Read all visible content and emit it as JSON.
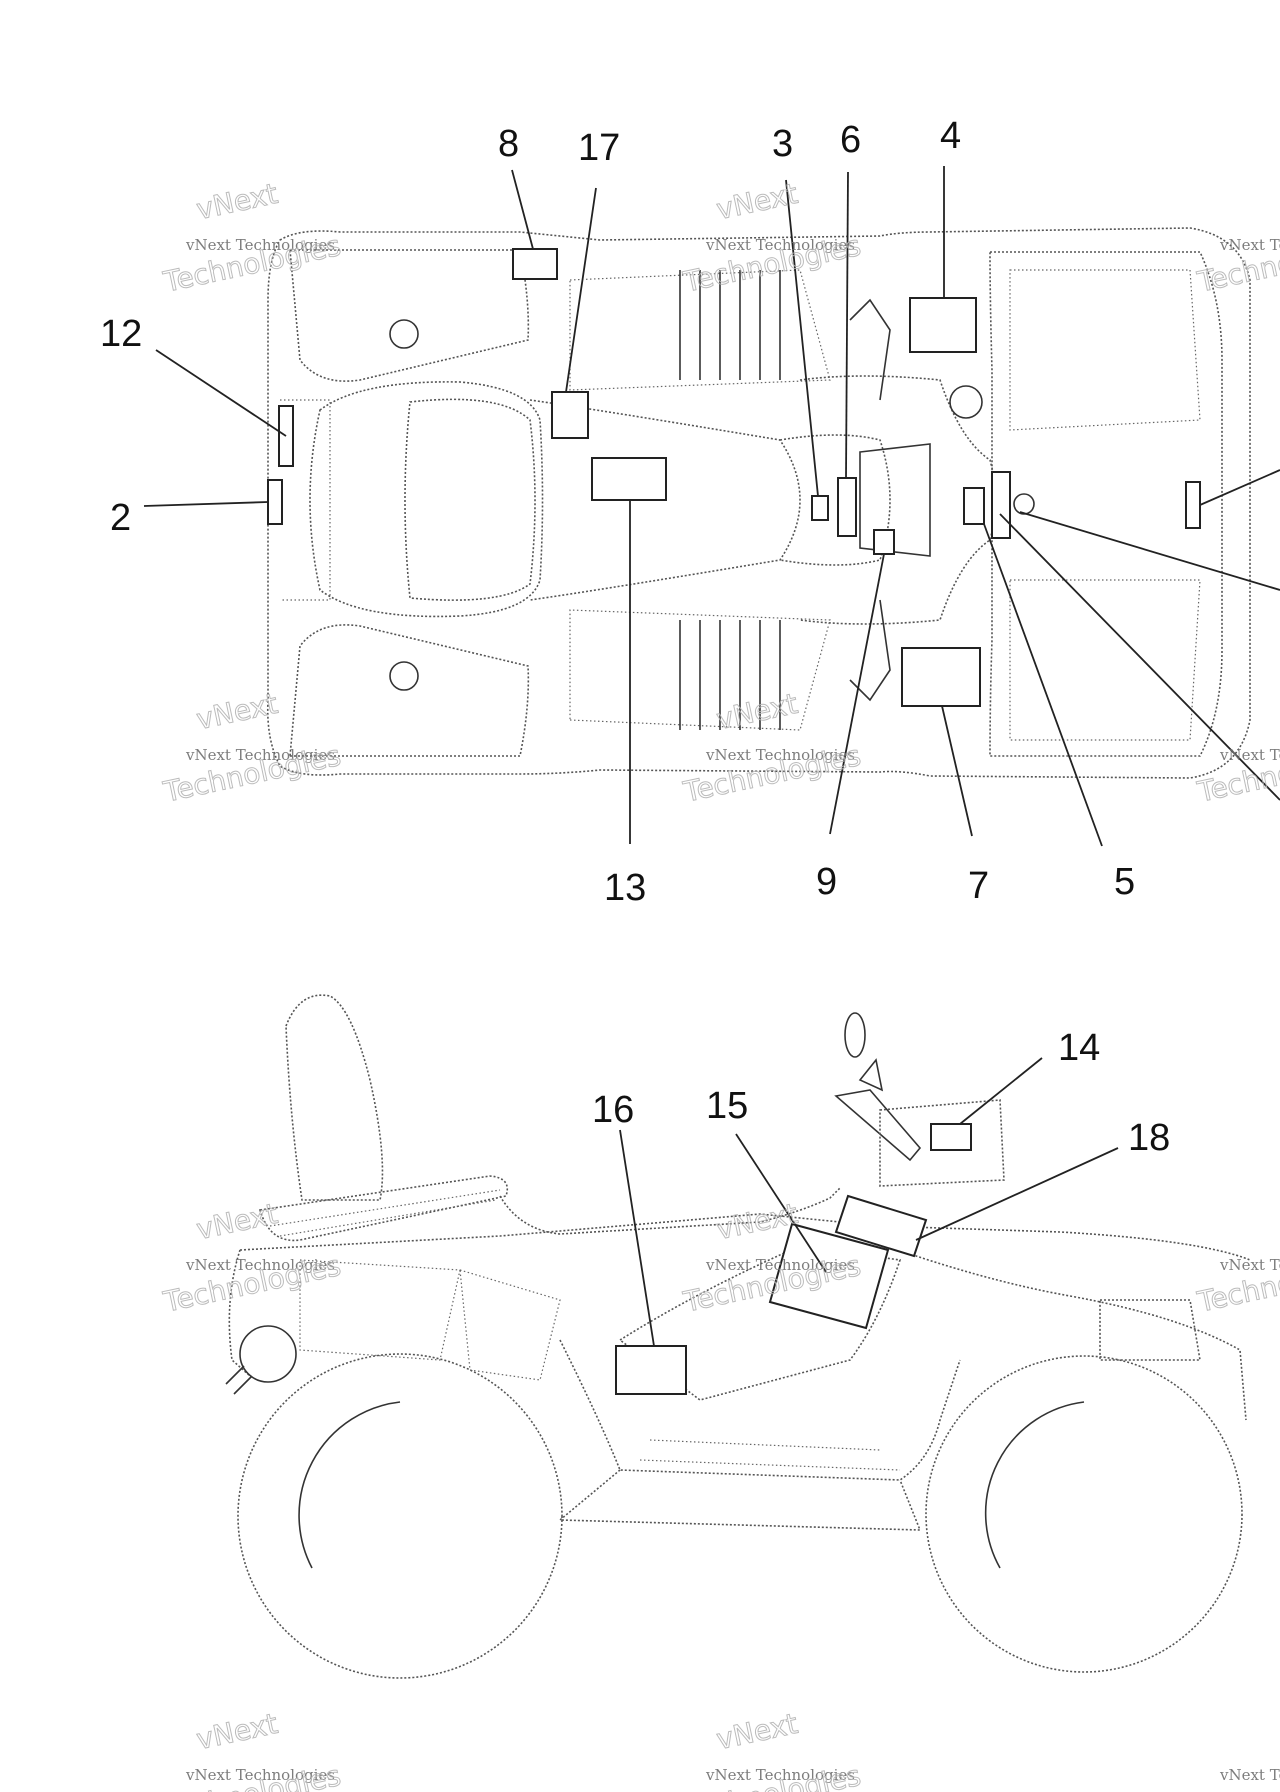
{
  "diagram": {
    "callouts_top_view": [
      "8",
      "17",
      "3",
      "6",
      "4",
      "12",
      "2",
      "13",
      "9",
      "7",
      "5"
    ],
    "callouts_side_view": [
      "14",
      "16",
      "15",
      "18"
    ],
    "watermark": {
      "line1": "vNext Technologies",
      "line2": "Technologies",
      "line3": "vNext"
    }
  }
}
